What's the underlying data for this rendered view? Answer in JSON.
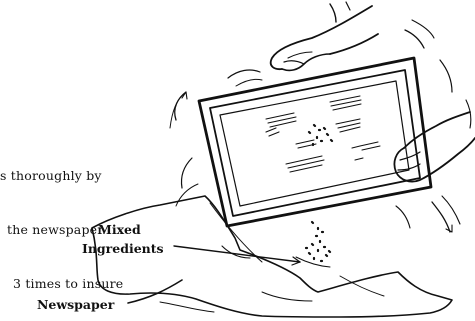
{
  "caption": {
    "line1": "s thoroughly by",
    "line2": "the newspaper.",
    "line3": "3 times to insure"
  },
  "labels": {
    "mixed": "Mixed",
    "ingredients": "Ingredients",
    "newspaper": "Newspaper"
  },
  "colors": {
    "ink": "#111111",
    "paper": "#ffffff"
  }
}
